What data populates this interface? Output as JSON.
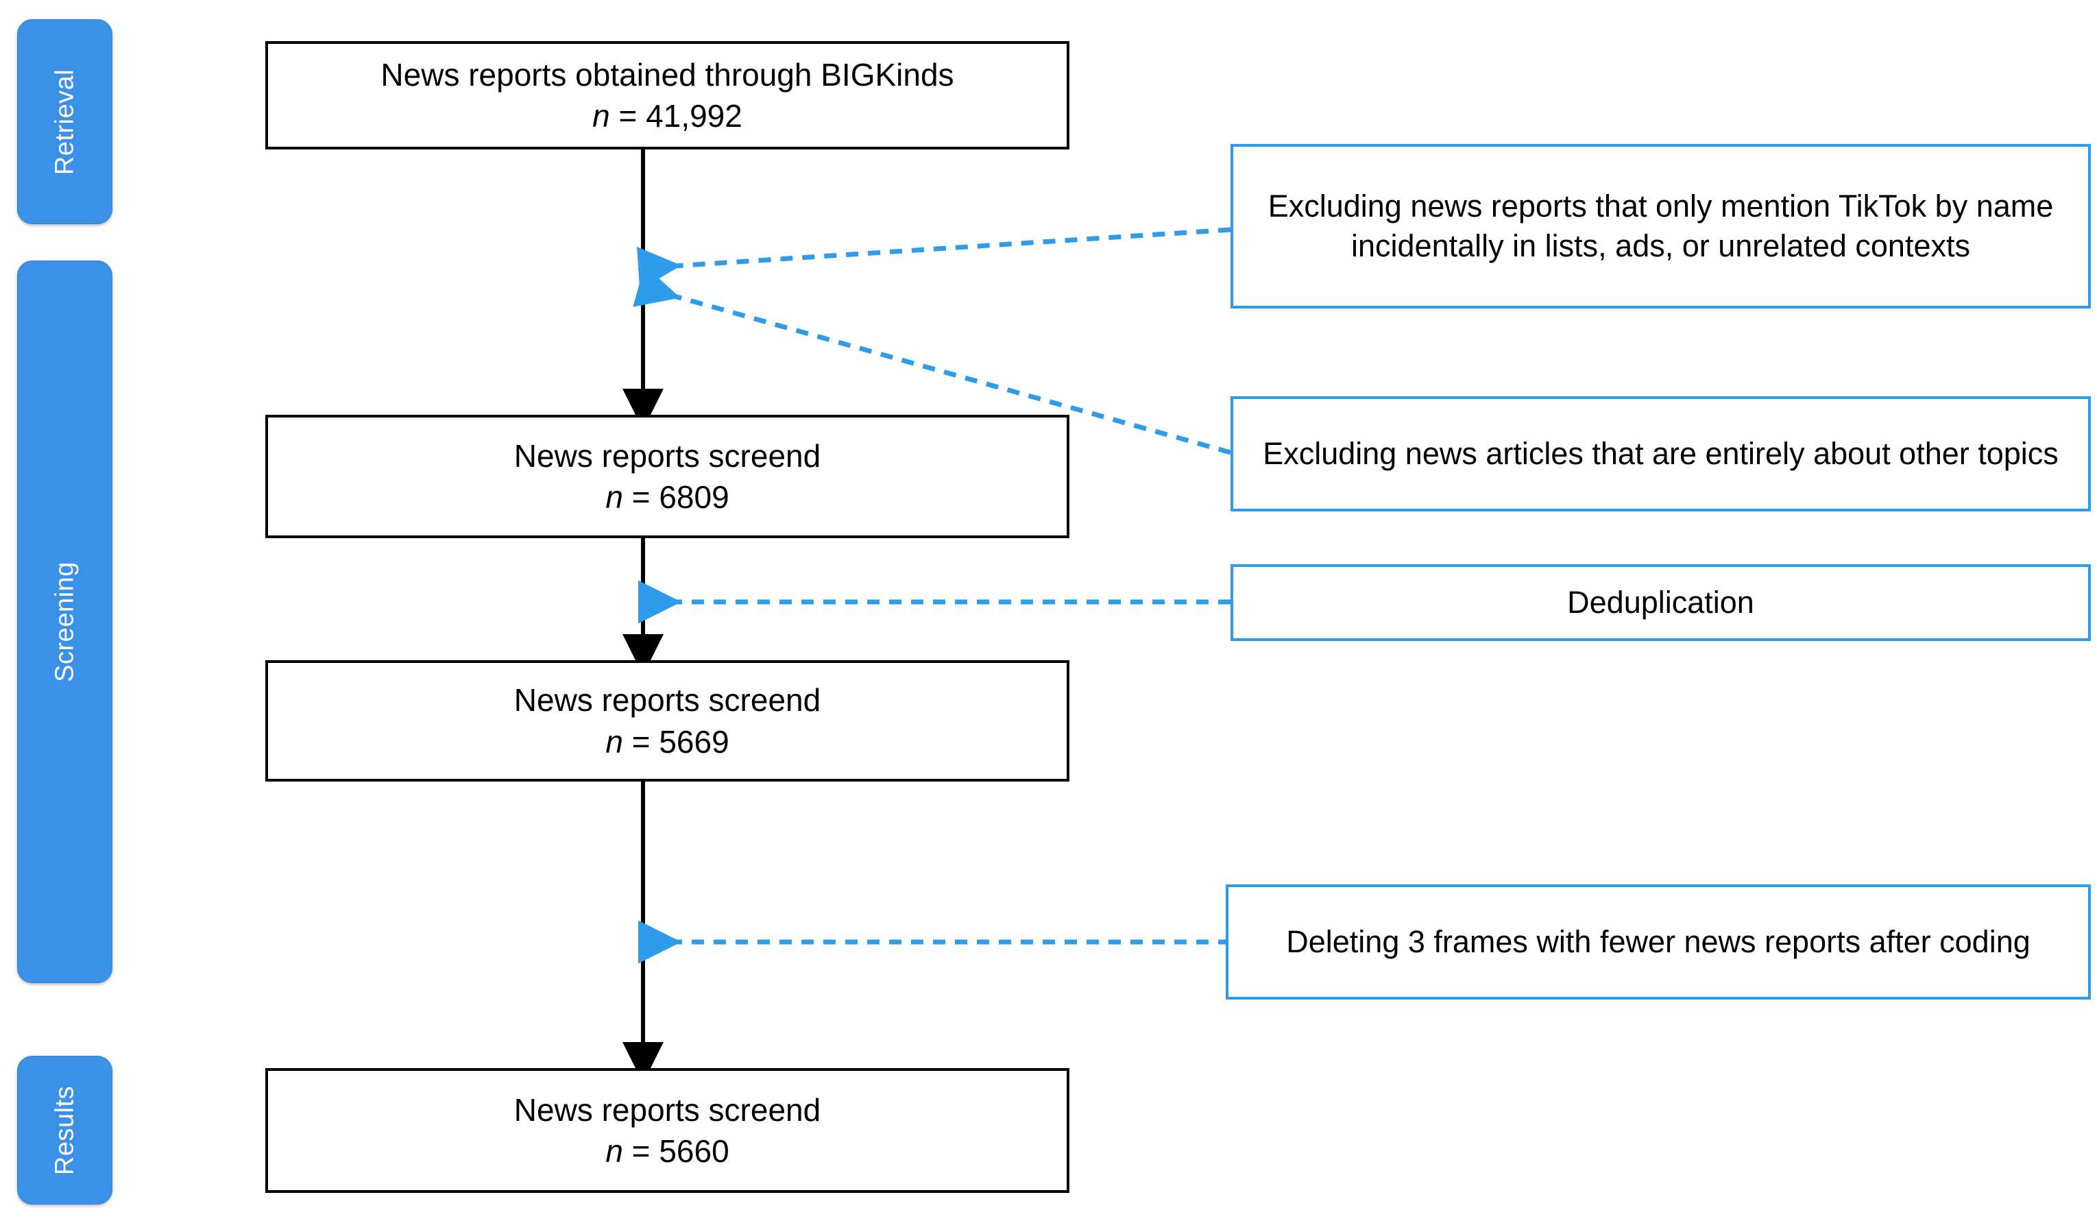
{
  "diagram": {
    "title": "News report selection flow",
    "colors": {
      "stage_bar_fill": "#3b90e8",
      "flow_box_border": "#000000",
      "exclusion_border": "#2f9beb",
      "connector_solid": "#000000",
      "connector_dashed": "#2f9beb",
      "background": "#ffffff",
      "stage_label_text": "#ffffff",
      "body_text": "#000000"
    },
    "stages": [
      {
        "id": "retrieval",
        "label": "Retrieval"
      },
      {
        "id": "screening",
        "label": "Screening"
      },
      {
        "id": "results",
        "label": "Results"
      }
    ],
    "flow_boxes": [
      {
        "id": "identified",
        "title": "News reports obtained through BIGKinds",
        "count_prefix": "n",
        "count_eq": " = ",
        "count_value": "41,992"
      },
      {
        "id": "screened-1",
        "title": "News reports screend",
        "count_prefix": "n",
        "count_eq": " = ",
        "count_value": "6809"
      },
      {
        "id": "screened-2",
        "title": "News reports screend",
        "count_prefix": "n",
        "count_eq": " = ",
        "count_value": "5669"
      },
      {
        "id": "screened-3",
        "title": "News reports screend",
        "count_prefix": "n",
        "count_eq": " = ",
        "count_value": "5660"
      }
    ],
    "exclusion_boxes": [
      {
        "id": "exclude-incidental",
        "text": "Excluding news reports that only mention TikTok by name incidentally in lists, ads, or unrelated contexts"
      },
      {
        "id": "exclude-other-topics",
        "text": "Excluding news articles that are entirely about other topics"
      },
      {
        "id": "deduplication",
        "text": "Deduplication"
      },
      {
        "id": "delete-frames",
        "text": "Deleting 3 frames with fewer news reports after coding"
      }
    ]
  }
}
